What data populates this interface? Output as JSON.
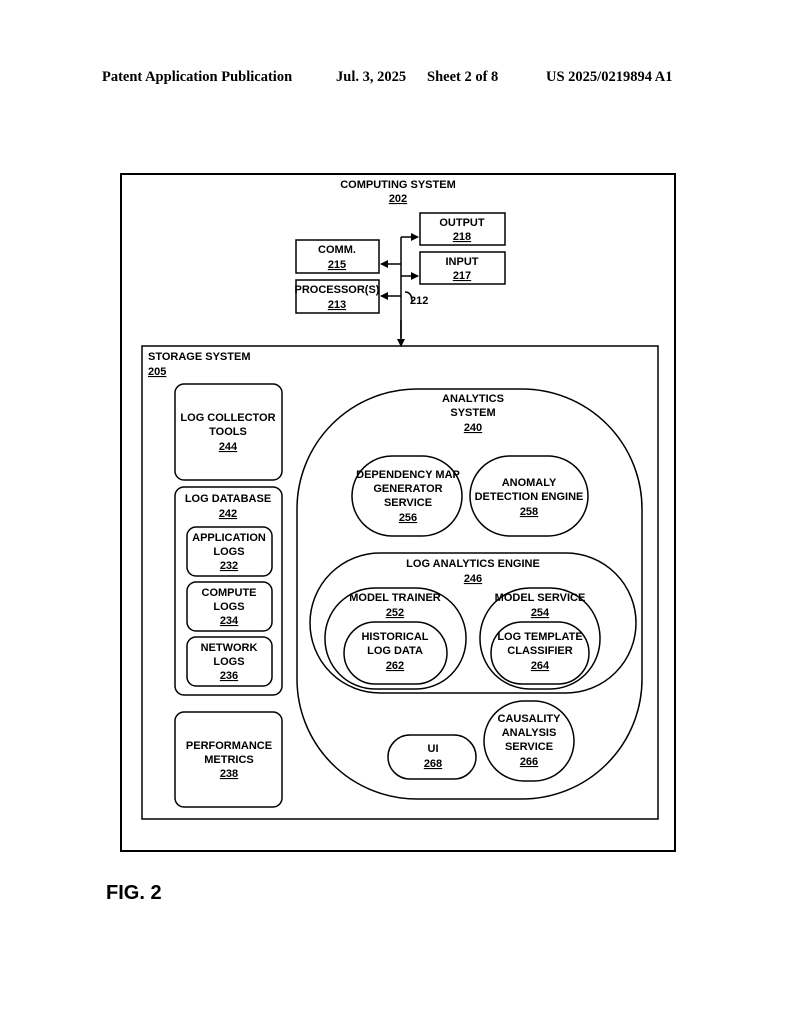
{
  "header": {
    "left": "Patent Application Publication",
    "date": "Jul. 3, 2025",
    "sheet": "Sheet 2 of 8",
    "number": "US 2025/0219894 A1"
  },
  "figure_label": "FIG. 2",
  "diagram": {
    "computing_system": {
      "label": "COMPUTING SYSTEM",
      "ref": "202"
    },
    "output": {
      "label": "OUTPUT",
      "ref": "218"
    },
    "input": {
      "label": "INPUT",
      "ref": "217"
    },
    "comm": {
      "label": "COMM.",
      "ref": "215"
    },
    "processor": {
      "label": "PROCESSOR(S)",
      "ref": "213"
    },
    "bus_ref": "212",
    "storage_system": {
      "label": "STORAGE SYSTEM",
      "ref": "205"
    },
    "log_collector": {
      "line1": "LOG COLLECTOR",
      "line2": "TOOLS",
      "ref": "244"
    },
    "log_database": {
      "label": "LOG DATABASE",
      "ref": "242"
    },
    "application_logs": {
      "line1": "APPLICATION",
      "line2": "LOGS",
      "ref": "232"
    },
    "compute_logs": {
      "line1": "COMPUTE",
      "line2": "LOGS",
      "ref": "234"
    },
    "network_logs": {
      "line1": "NETWORK",
      "line2": "LOGS",
      "ref": "236"
    },
    "performance_metrics": {
      "line1": "PERFORMANCE",
      "line2": "METRICS",
      "ref": "238"
    },
    "analytics_system": {
      "line1": "ANALYTICS",
      "line2": "SYSTEM",
      "ref": "240"
    },
    "dependency_map": {
      "line1": "DEPENDENCY MAP",
      "line2": "GENERATOR",
      "line3": "SERVICE",
      "ref": "256"
    },
    "anomaly_detection": {
      "line1": "ANOMALY",
      "line2": "DETECTION ENGINE",
      "ref": "258"
    },
    "log_analytics_engine": {
      "label": "LOG ANALYTICS ENGINE",
      "ref": "246"
    },
    "model_trainer": {
      "label": "MODEL TRAINER",
      "ref": "252"
    },
    "historical_log_data": {
      "line1": "HISTORICAL",
      "line2": "LOG DATA",
      "ref": "262"
    },
    "model_service": {
      "label": "MODEL SERVICE",
      "ref": "254"
    },
    "log_template_classifier": {
      "line1": "LOG TEMPLATE",
      "line2": "CLASSIFIER",
      "ref": "264"
    },
    "causality_analysis": {
      "line1": "CAUSALITY",
      "line2": "ANALYSIS",
      "line3": "SERVICE",
      "ref": "266"
    },
    "ui": {
      "label": "UI",
      "ref": "268"
    }
  }
}
